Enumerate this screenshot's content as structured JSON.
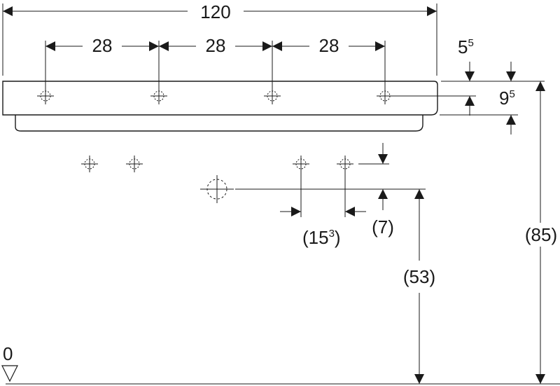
{
  "dimensions": {
    "total_width": "120",
    "hole_spacing_1": "28",
    "hole_spacing_2": "28",
    "hole_spacing_3": "28",
    "rim_thickness_main": "5",
    "rim_thickness_sup": "5",
    "hole_depth_main": "9",
    "hole_depth_sup": "5",
    "valve_spacing_open": "(15",
    "valve_spacing_sup": "3",
    "valve_spacing_close": ")",
    "valve_height": "(7)",
    "waste_height": "(53)",
    "total_height": "(85)",
    "floor_level": "0"
  }
}
